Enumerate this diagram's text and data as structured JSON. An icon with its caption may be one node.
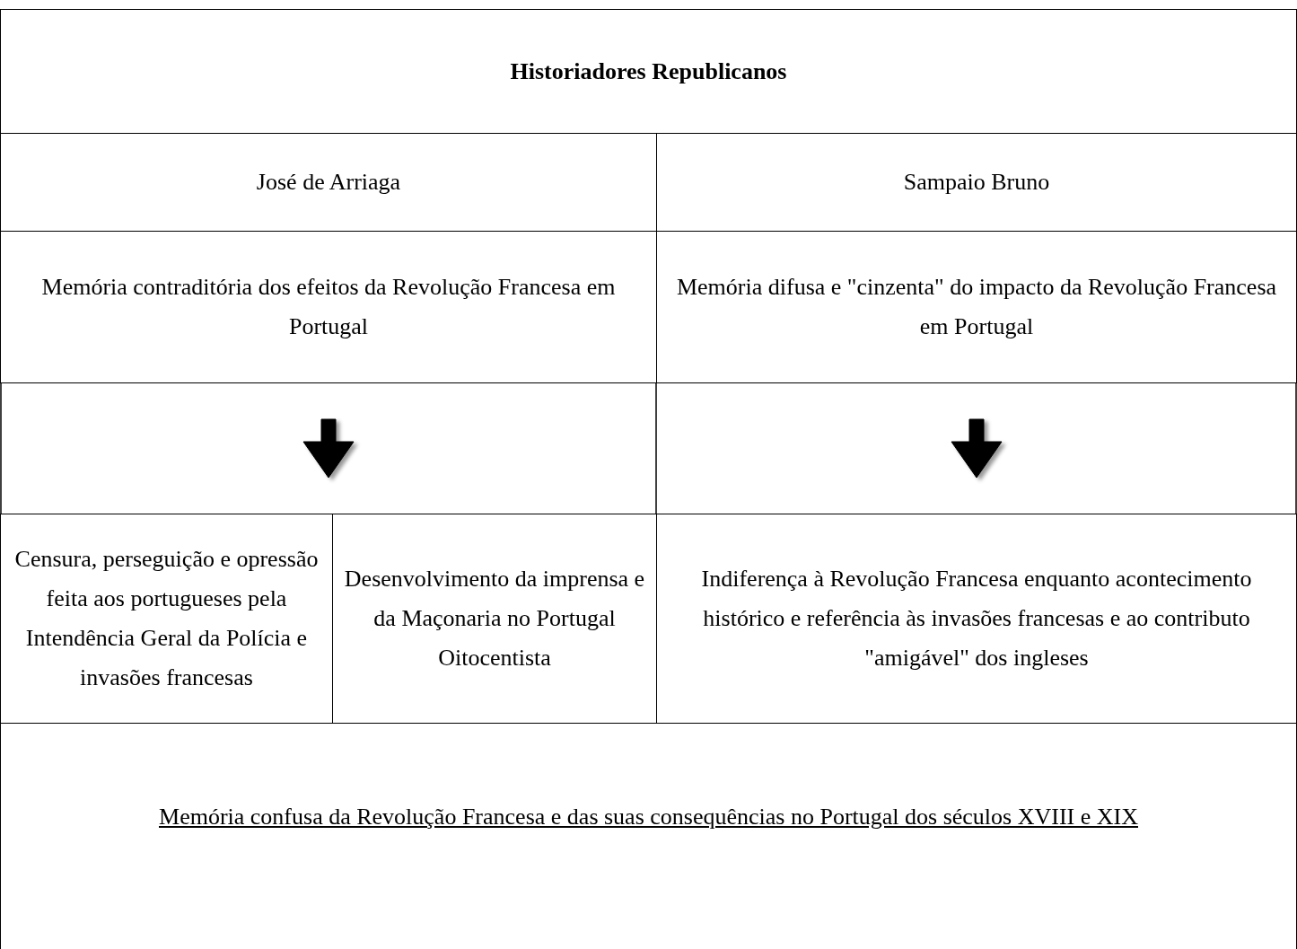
{
  "diagram": {
    "nodes": [
      {
        "text": [
          "Historiadores Republicanos"
        ]
      },
      {
        "text": [
          "José de Arriaga"
        ]
      },
      {
        "text": [
          "Sampaio Bruno"
        ]
      },
      {
        "text": [
          "Memória contraditória dos efeitos da Revolução Francesa em Portugal"
        ]
      },
      {
        "text": [
          "Memória difusa e \"cinzenta\" do impacto da Revolução Francesa em Portugal"
        ]
      },
      {
        "text": [
          "Censura, perseguição e opressão feita aos portugueses pela Intendência Geral da Polícia e invasões francesas"
        ]
      },
      {
        "text": [
          "Desenvolvimento da imprensa e da Maçonaria no Portugal Oitocentista"
        ]
      },
      {
        "text": [
          "Indiferença à Revolução Francesa enquanto acontecimento histórico e referência às invasões francesas e ao contributo \"amigável\" dos ingleses"
        ]
      },
      {
        "text": [
          "Memória confusa da Revolução Francesa e das suas consequências no Portugal dos séculos XVIII e XIX"
        ]
      }
    ],
    "edges": [
      {
        "from": 3,
        "to": 5,
        "arrow": "to"
      },
      {
        "from": 3,
        "to": 6,
        "arrow": "to"
      },
      {
        "from": 4,
        "to": 7,
        "arrow": "to"
      }
    ]
  }
}
